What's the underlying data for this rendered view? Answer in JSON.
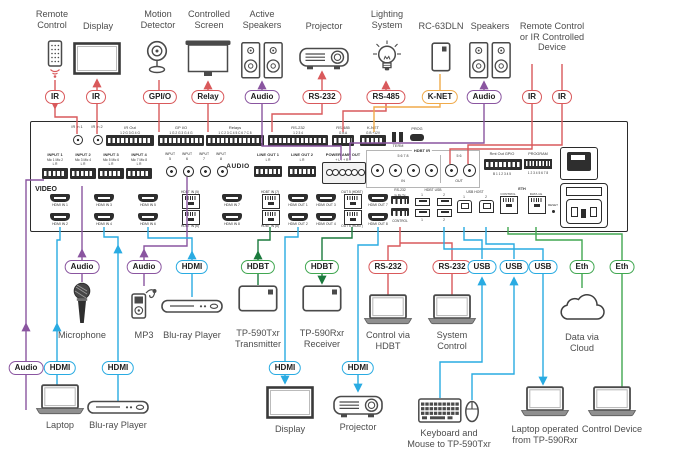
{
  "colors": {
    "red": "#d9595b",
    "purple": "#8a55a0",
    "cyan": "#29abe2",
    "green": "#41a751",
    "dark_green": "#1b7a3d",
    "orange": "#f0aa4a",
    "outline": "#4a4a4a"
  },
  "connection_colors": {
    "IR": "red",
    "GPI/O": "red",
    "Relay": "red",
    "Audio": "purple",
    "RS-232": "red",
    "RS-485": "red",
    "K-NET": "orange",
    "HDMI": "cyan",
    "HDBT": "green",
    "USB": "cyan",
    "Eth": "green"
  },
  "top_devices": [
    {
      "name": "Remote\nControl",
      "icon": "remote-control",
      "connection": "IR"
    },
    {
      "name": "Display",
      "icon": "display",
      "connection": "IR"
    },
    {
      "name": "Motion\nDetector",
      "icon": "motion-detector",
      "connection": "GPI/O"
    },
    {
      "name": "Controlled\nScreen",
      "icon": "projection-screen",
      "connection": "Relay"
    },
    {
      "name": "Active\nSpeakers",
      "icon": "speakers",
      "connection": "Audio"
    },
    {
      "name": "Projector",
      "icon": "projector",
      "connection": "RS-232"
    },
    {
      "name": "Lighting\nSystem",
      "icon": "light-bulb",
      "connection": "RS-485"
    },
    {
      "name": "RC-63DLN",
      "icon": "control-panel",
      "connection": "K-NET"
    },
    {
      "name": "Speakers",
      "icon": "speakers",
      "connection": "Audio"
    },
    {
      "name": "Remote Control\nor IR Controlled\nDevice",
      "icon": null,
      "connections": [
        "IR",
        "IR"
      ]
    }
  ],
  "mid_connections": [
    {
      "connection": "Audio",
      "device": "Microphone",
      "icon": "microphone"
    },
    {
      "connection": "Audio",
      "device": "MP3",
      "icon": "mp3-player"
    },
    {
      "connection": "HDMI",
      "device": "Blu-ray Player",
      "icon": "bluray-player"
    },
    {
      "connection": "HDBT",
      "device": "TP-590Txr\nTransmitter",
      "icon": "tp-box"
    },
    {
      "connection": "HDBT",
      "device": "TP-590Rxr\nReceiver",
      "icon": "tp-box"
    },
    {
      "connection": "RS-232",
      "device": "Control via\nHDBT",
      "icon": "laptop"
    },
    {
      "connection": "RS-232",
      "device": "System\nControl",
      "icon": "laptop"
    },
    {
      "connection": "USB",
      "device": null,
      "icon": null
    },
    {
      "connection": "USB",
      "device": null,
      "icon": null
    },
    {
      "connection": "USB",
      "device": null,
      "icon": null
    },
    {
      "connection": "Eth",
      "device": "Data via\nCloud",
      "icon": "cloud"
    },
    {
      "connection": "Eth",
      "device": null,
      "icon": null
    }
  ],
  "bottom_devices": [
    {
      "name": "Laptop",
      "icon": "laptop",
      "connections": [
        "Audio",
        "HDMI"
      ]
    },
    {
      "name": "Blu-ray Player",
      "icon": "bluray-player",
      "connections": [
        "HDMI"
      ]
    },
    {
      "name": "Display",
      "icon": "display",
      "connections": [
        "HDMI"
      ]
    },
    {
      "name": "Projector",
      "icon": "projector",
      "connections": [
        "HDMI"
      ]
    },
    {
      "name": "Keyboard and\nMouse to TP-590Txr",
      "icon": "keyboard-mouse",
      "connections": []
    },
    {
      "name": "Laptop operated\nfrom TP-590Rxr",
      "icon": "laptop",
      "connections": []
    },
    {
      "name": "Control Device",
      "icon": "laptop",
      "connections": []
    }
  ],
  "device_panel": {
    "ir_in": [
      "IR In 1",
      "IR In 2"
    ],
    "top_strips": [
      {
        "label": "IR Out",
        "pins": "1 2 G 3 G 4 G"
      },
      {
        "label": "GP I/O",
        "pins": "1 G 2 G 3 G 4 G"
      },
      {
        "label": "Relays",
        "pins": "1 C 2 3 C 4 5 C 6 7 C 8"
      },
      {
        "label": "RS-232",
        "pins": "1    2    3    4"
      },
      {
        "label": "RS-485",
        "pins": "G B A"
      },
      {
        "label": "K-NET",
        "pins": "G B +12V"
      }
    ],
    "term": "TERM",
    "prog": "PROG",
    "audio": {
      "title": "AUDIO",
      "inputs": [
        {
          "label": "INPUT 1",
          "mics": "Mic 1  Mic 2",
          "lr": "L      R"
        },
        {
          "label": "INPUT 2",
          "mics": "Mic 3  Mic 4",
          "lr": "L      R"
        },
        {
          "label": "INPUT 3",
          "mics": "Mic 5  Mic 6",
          "lr": "L      R"
        },
        {
          "label": "INPUT 4",
          "mics": "Mic 7  Mic 8",
          "lr": "L      R"
        }
      ],
      "rca_inputs": [
        {
          "label": "INPUT",
          "num": "5"
        },
        {
          "label": "INPUT",
          "num": "6"
        },
        {
          "label": "INPUT",
          "num": "7"
        },
        {
          "label": "INPUT",
          "num": "8"
        }
      ],
      "line_outs": [
        {
          "label": "LINE OUT 1",
          "lr": "L      R"
        },
        {
          "label": "LINE OUT 2",
          "lr": "L      R"
        }
      ],
      "amp": {
        "label": "POWER AMP OUT",
        "pins": "+ L -        + R -"
      },
      "hdbt_ir": {
        "label": "HDBT IR",
        "nums_in": "5       6       7       8",
        "in": "IN",
        "nums_out": "5      6",
        "out": "OUT"
      },
      "gpio": {
        "label": "Rmt Out   GPIO",
        "pins": "B 1   1 2 3 4 5"
      },
      "program": {
        "label": "PROGRAM",
        "pins": "1 2 3 4 5 6 7 8"
      }
    },
    "video": {
      "title": "VIDEO",
      "in1": [
        "HDMI IN 1",
        "HDMI IN 2"
      ],
      "in2": [
        "HDMI IN 3",
        "HDMI IN 4"
      ],
      "in3": [
        "HDMI IN 5",
        "HDMI IN 6"
      ],
      "hdbt_a": [
        "HDBT IN (5)",
        "HDBT IN (6)"
      ],
      "in4": [
        "HDMI IN 7",
        "HDMI IN 8"
      ],
      "hdbt_b": [
        "HDBT IN (7)",
        "HDBT IN (8)"
      ],
      "out1": [
        "HDMI OUT 1",
        "HDMI OUT 2"
      ],
      "out2": [
        "HDMI OUT 3",
        "HDMI OUT 4"
      ],
      "hdbt_out": [
        "OUT 5 (HDBT)",
        "OUT 6 (HDBT)"
      ],
      "out3": [
        "HDMI OUT 7",
        "HDMI OUT 8"
      ],
      "rs232_ctl": {
        "l1": "RS-232",
        "l2": "G Rx Tx",
        "l3": "CONTROL"
      },
      "hdbt_usb": {
        "label": "HDBT USB",
        "c1": "1",
        "c2": "2"
      },
      "usb_host": {
        "label": "USB HOST",
        "p1": "1",
        "p2": "2"
      },
      "eth": {
        "label": "ETH",
        "p1": "CONTROL",
        "p2": "DATA 1G"
      },
      "reset": "RESET"
    }
  }
}
